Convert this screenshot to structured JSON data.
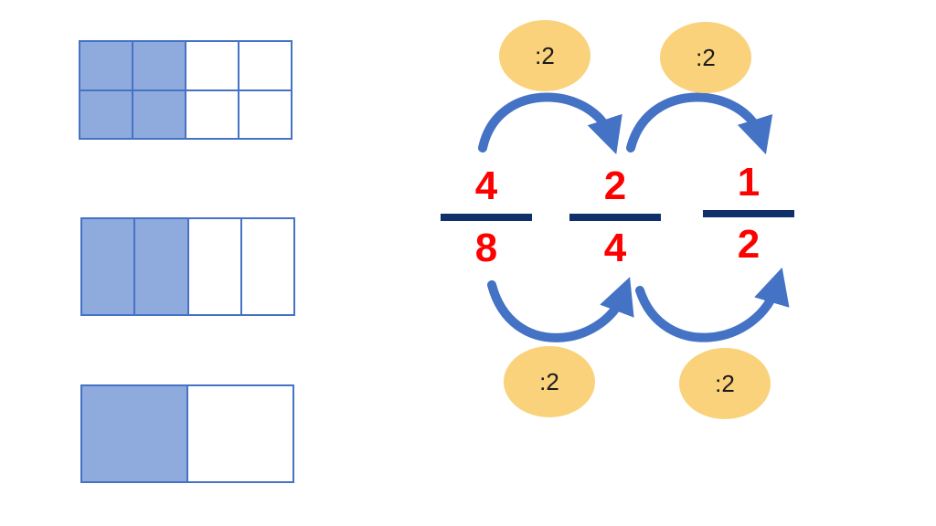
{
  "models": [
    {
      "rows": 2,
      "cols": 4,
      "filled": [
        true,
        true,
        false,
        false,
        true,
        true,
        false,
        false
      ]
    },
    {
      "rows": 1,
      "cols": 4,
      "filled": [
        true,
        true,
        false,
        false
      ]
    },
    {
      "rows": 1,
      "cols": 2,
      "filled": [
        true,
        false
      ]
    }
  ],
  "fractions": [
    {
      "numerator": "4",
      "denominator": "8"
    },
    {
      "numerator": "2",
      "denominator": "4"
    },
    {
      "numerator": "1",
      "denominator": "2"
    }
  ],
  "operations": {
    "top": [
      ":2",
      ":2"
    ],
    "bottom": [
      ":2",
      ":2"
    ]
  },
  "colors": {
    "filled_cell": "#8faadc",
    "grid_border": "#4472c4",
    "fraction_text": "#ff0000",
    "fraction_bar": "#10306b",
    "oval": "#f9d27b",
    "arrow": "#4472c4"
  }
}
